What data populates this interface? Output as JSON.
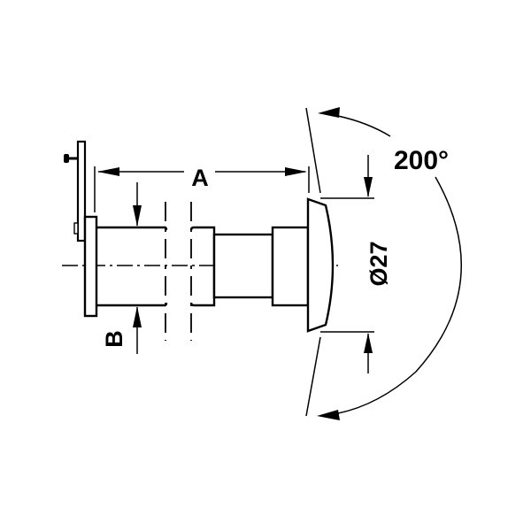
{
  "diagram": {
    "type": "technical-drawing",
    "subject": "door viewer",
    "colors": {
      "line": "#000000",
      "background": "#ffffff"
    },
    "labels": {
      "length_dimension": "A",
      "door_thickness_dimension": "B",
      "diameter_dimension": "Ø27",
      "viewing_angle": "200°"
    }
  }
}
